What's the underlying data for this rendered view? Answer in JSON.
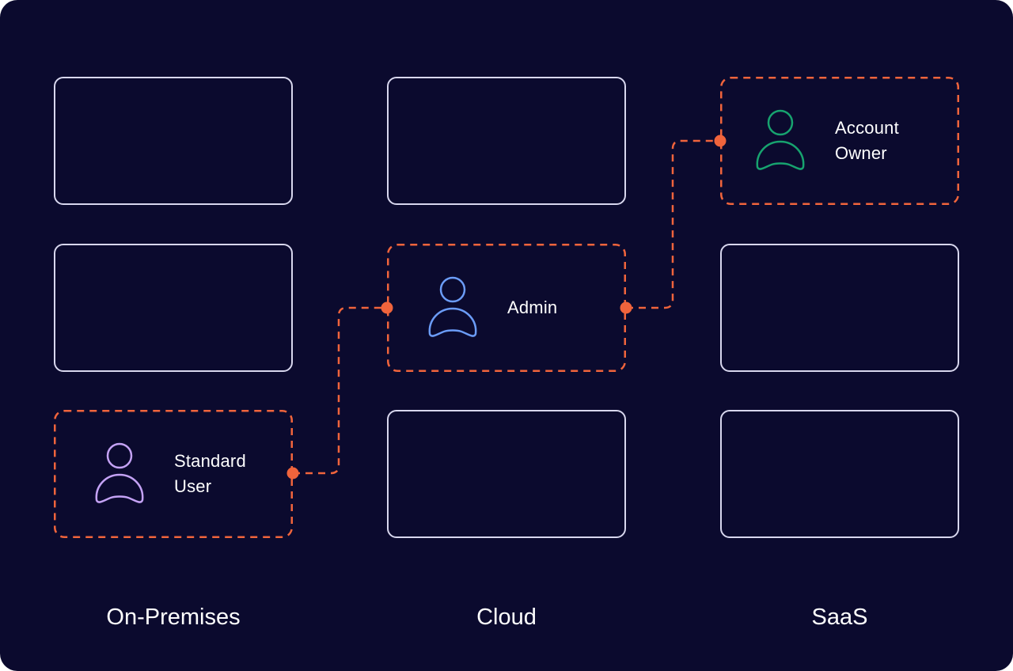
{
  "colors": {
    "background": "#0B0A2E",
    "box_border": "#D8D7EE",
    "highlight": "#F0643C",
    "standard_user": "#C4A2F5",
    "admin": "#6B9CF7",
    "account_owner": "#17A36F",
    "text": "#FFFFFF"
  },
  "columns": [
    {
      "label": "On-Premises"
    },
    {
      "label": "Cloud"
    },
    {
      "label": "SaaS"
    }
  ],
  "roles": {
    "standard_user": {
      "label": "Standard\nUser",
      "icon": "user-icon"
    },
    "admin": {
      "label": "Admin",
      "icon": "user-icon"
    },
    "account_owner": {
      "label": "Account\nOwner",
      "icon": "user-icon"
    }
  }
}
